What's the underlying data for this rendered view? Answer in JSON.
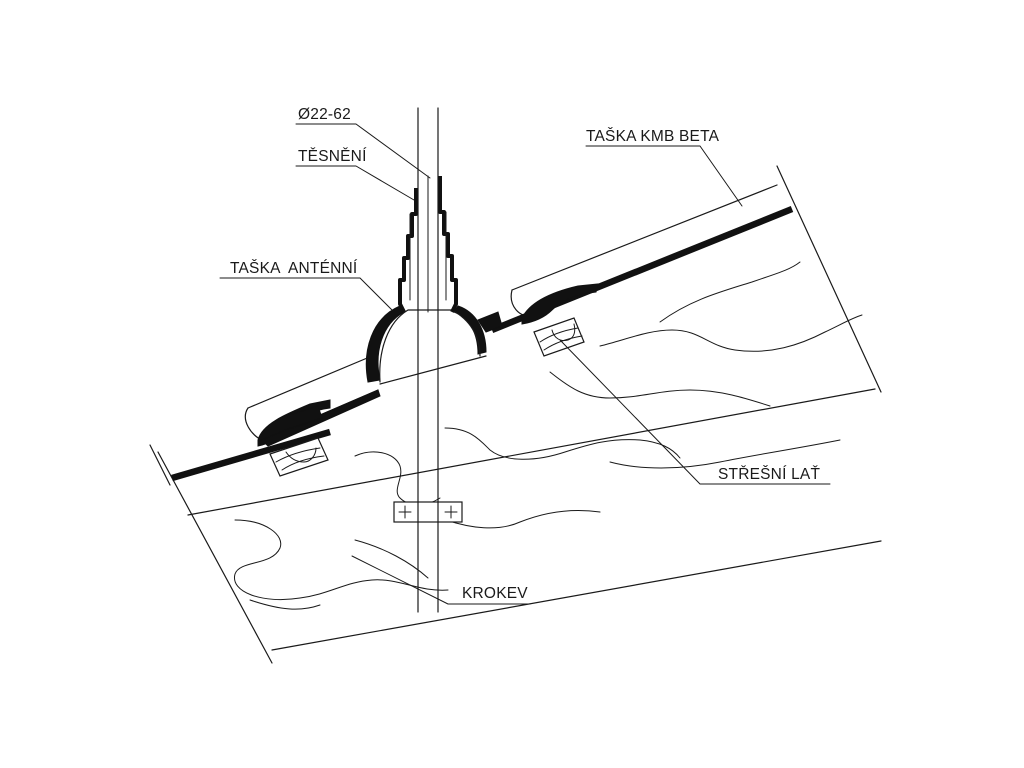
{
  "diagram": {
    "labels": {
      "diameter": "Ø22-62",
      "seal": "TĚSNĚNÍ",
      "antenna_tile": "TAŠKA  ANTÉNNÍ",
      "roof_tile": "TAŠKA KMB BETA",
      "roof_batten": "STŘEŠNÍ LAŤ",
      "rafter": "KROKEV"
    },
    "colors": {
      "line": "#1a1a1a",
      "tile_fill": "#111111",
      "background": "#ffffff"
    }
  }
}
